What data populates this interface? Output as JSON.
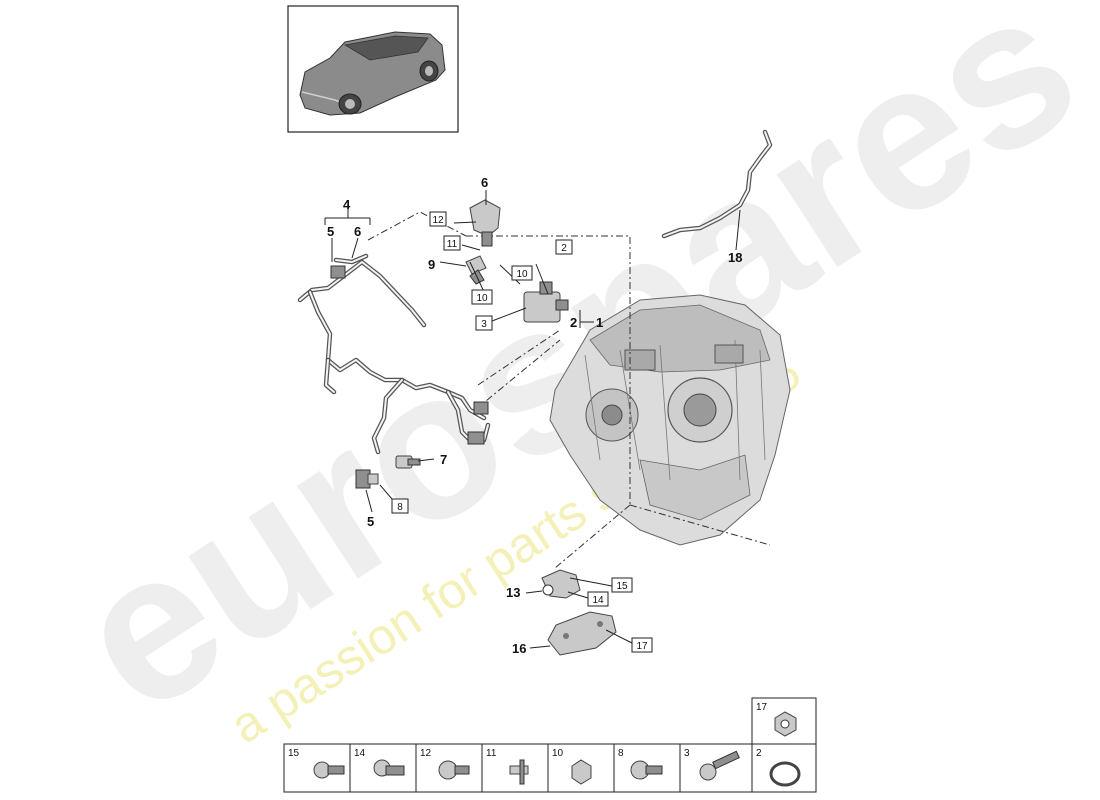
{
  "watermark": {
    "main": "eurospares",
    "tagline": "a passion for parts since 1985"
  },
  "callouts": {
    "c1": "1",
    "c2": "2",
    "c4": "4",
    "c5a": "5",
    "c6a": "6",
    "c6b": "6",
    "c9": "9",
    "c7": "7",
    "c5b": "5",
    "c18": "18",
    "c13": "13",
    "c16": "16"
  },
  "boxed_refs": {
    "b12": "12",
    "b11": "11",
    "b10a": "10",
    "b10b": "10",
    "b2": "2",
    "b3": "3",
    "b8": "8",
    "b15": "15",
    "b14": "14",
    "b17": "17"
  },
  "hardware_table": {
    "top_cell": "17",
    "cells": [
      "15",
      "14",
      "12",
      "11",
      "10",
      "8",
      "3",
      "2"
    ]
  }
}
